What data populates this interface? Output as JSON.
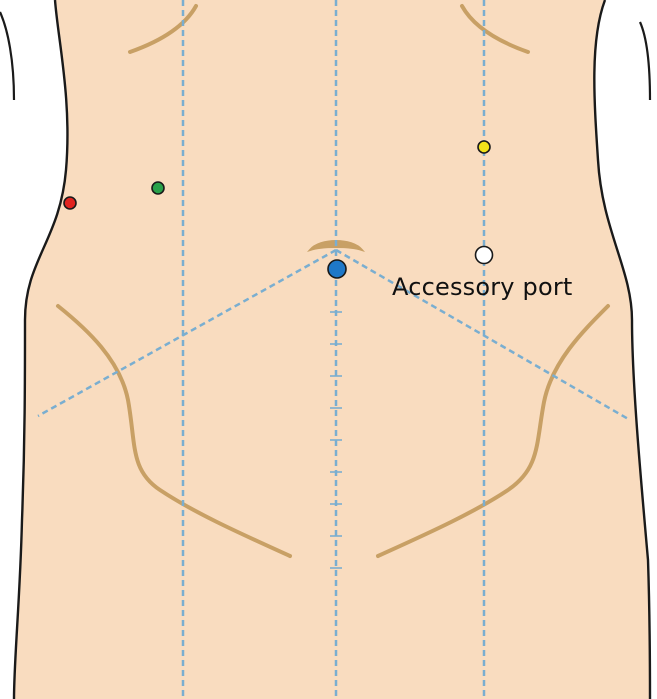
{
  "labels": {
    "accessory_port": "Accessory port"
  },
  "ports": [
    {
      "name": "accessory-port",
      "color": "#ffffff"
    },
    {
      "name": "camera-port",
      "color": "#1f78c8"
    },
    {
      "name": "right-flank-port",
      "color": "#e02420"
    },
    {
      "name": "right-working-port",
      "color": "#2aa14a"
    },
    {
      "name": "left-upper-port",
      "color": "#f2e21a"
    }
  ],
  "colors": {
    "skin": "#f9dcbf",
    "outline": "#1a1a1a",
    "crease": "#c8a065",
    "guide_lines": "#7aaed0",
    "background": "#ffffff"
  }
}
